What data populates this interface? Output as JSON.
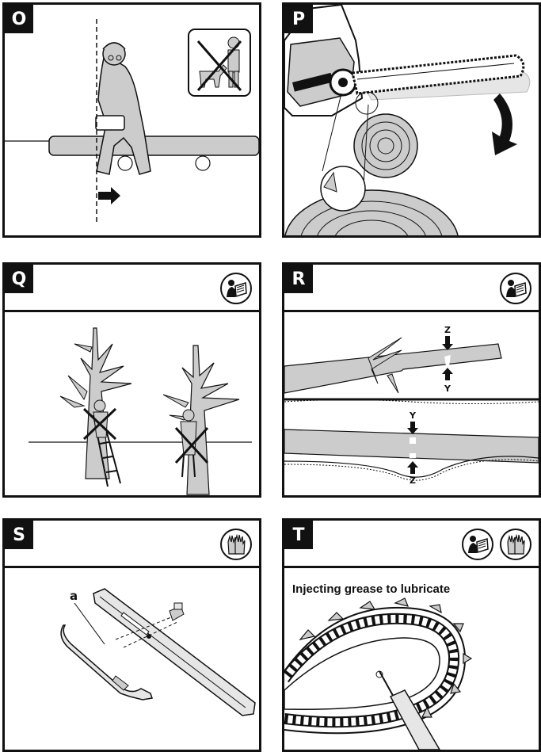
{
  "panels": {
    "O": {
      "tag": "O"
    },
    "P": {
      "tag": "P"
    },
    "Q": {
      "tag": "Q"
    },
    "R": {
      "tag": "R",
      "labels": {
        "z_top": "Z",
        "y_top": "Y",
        "y_bottom": "Y",
        "z_bottom": "Z"
      }
    },
    "S": {
      "tag": "S",
      "labels": {
        "a": "a"
      }
    },
    "T": {
      "tag": "T",
      "caption": "Injecting grease to lubricate"
    }
  },
  "colors": {
    "ink": "#111111",
    "fill": "#cccccc",
    "light": "#e6e6e6"
  },
  "icons": [
    "no-bystanders-icon",
    "read-manual-icon",
    "gloves-icon",
    "crossed-out-icon",
    "arrow-right-icon"
  ]
}
